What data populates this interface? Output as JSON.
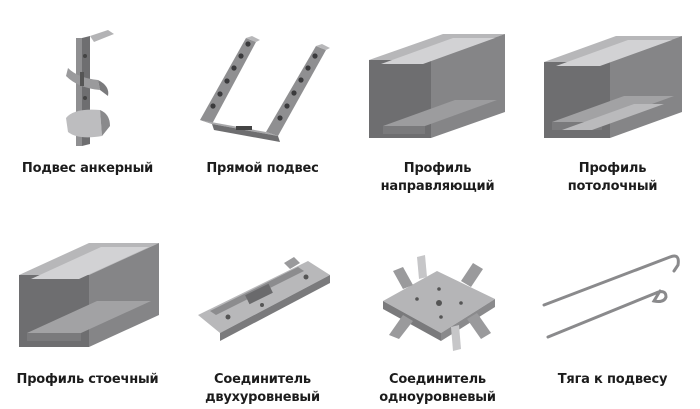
{
  "items": [
    {
      "id": "anchor-hanger",
      "lines": [
        "Подвес анкерный"
      ]
    },
    {
      "id": "direct-hanger",
      "lines": [
        "Прямой подвес"
      ]
    },
    {
      "id": "guide-profile",
      "lines": [
        "Профиль",
        "направляющий"
      ]
    },
    {
      "id": "ceiling-profile",
      "lines": [
        "Профиль",
        "потолочный"
      ]
    },
    {
      "id": "stud-profile",
      "lines": [
        "Профиль стоечный"
      ]
    },
    {
      "id": "two-level-connector",
      "lines": [
        "Соединитель",
        "двухуровневый"
      ]
    },
    {
      "id": "one-level-connector",
      "lines": [
        "Соединитель",
        "одноуровневый"
      ]
    },
    {
      "id": "hanger-rod",
      "lines": [
        "Тяга к подвесу"
      ]
    }
  ],
  "colors": {
    "metal_dark": "#6e6e70",
    "metal_mid": "#9a9a9c",
    "metal_light": "#c4c4c6",
    "metal_edge": "#4a4a4c"
  }
}
